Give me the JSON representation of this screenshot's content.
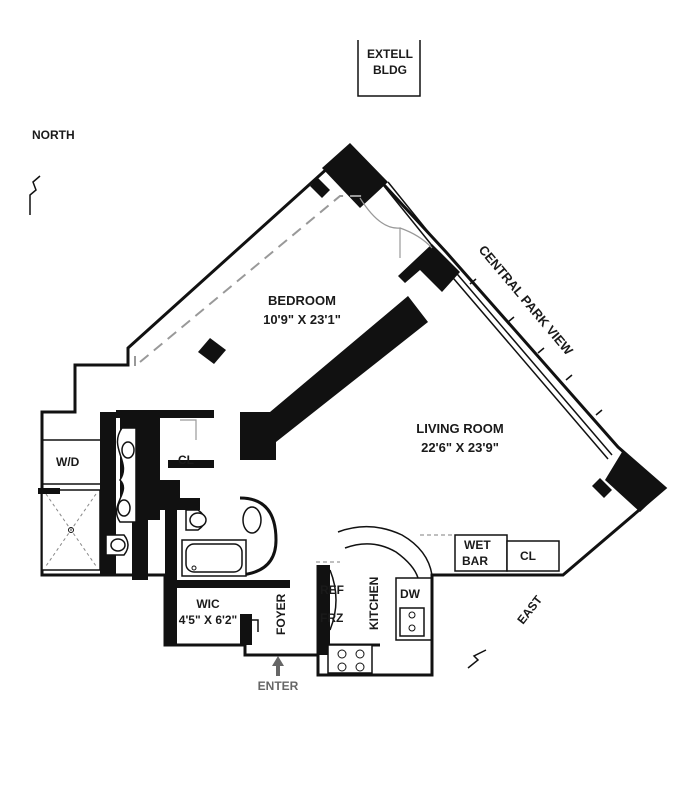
{
  "labels": {
    "neighbor_building": [
      "EXTELL",
      "BLDG"
    ],
    "north": "NORTH",
    "east": "EAST",
    "central_park_view": "CENTRAL PARK VIEW",
    "bedroom_name": "BEDROOM",
    "bedroom_dims": "10'9\" X 23'1\"",
    "living_room_name": "LIVING ROOM",
    "living_room_dims": "22'6\" X 23'9\"",
    "wd": "W/D",
    "bath_closet": "CL",
    "wic_name": "WIC",
    "wic_dims": "4'5\" X 6'2\"",
    "foyer": "FOYER",
    "kitchen": "KITCHEN",
    "ref": "REF",
    "frz": "FRZ",
    "dw": "DW",
    "wet_bar": [
      "WET",
      "BAR"
    ],
    "living_closet": "CL",
    "enter": "ENTER"
  },
  "colors": {
    "walls": "#111111",
    "dashed_lines": "#999999",
    "enter_arrow": "#666666",
    "background": "#ffffff"
  }
}
